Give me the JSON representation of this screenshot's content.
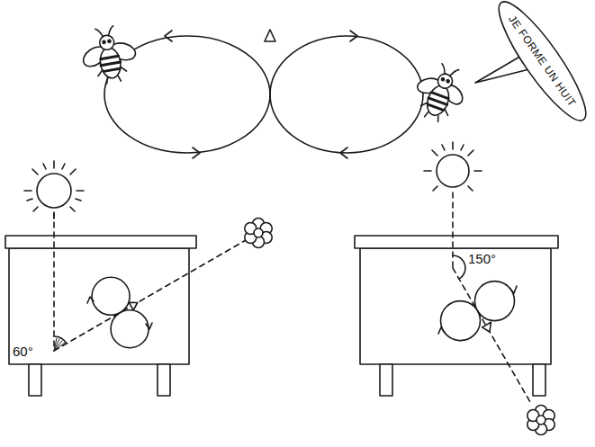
{
  "diagram": {
    "nodes": [
      {
        "text": [
          "JE FORME UN HUIT"
        ]
      }
    ],
    "labels": [
      "60°",
      "150°"
    ]
  }
}
